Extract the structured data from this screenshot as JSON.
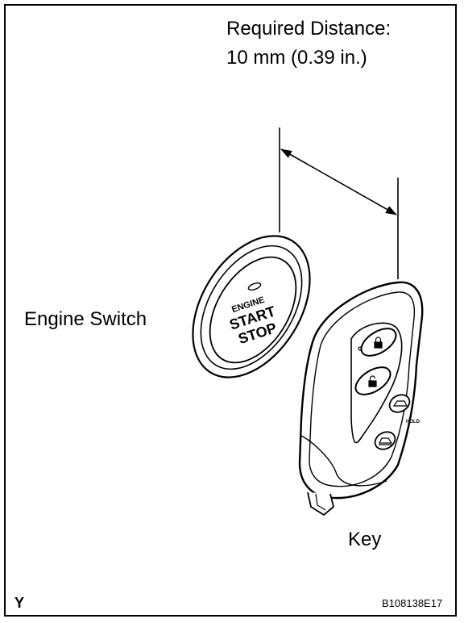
{
  "distance": {
    "title": "Required Distance:",
    "value": "10 mm (0.39 in.)"
  },
  "labels": {
    "engine_switch": "Engine Switch",
    "key": "Key",
    "corner_letter": "Y",
    "figure_code": "B108138E17"
  },
  "engine_switch": {
    "line1": "ENGINE",
    "line2": "START",
    "line3": "STOP"
  },
  "key_fob": {
    "hold_label": "HOLD"
  },
  "colors": {
    "line": "#000000",
    "background": "#ffffff"
  }
}
